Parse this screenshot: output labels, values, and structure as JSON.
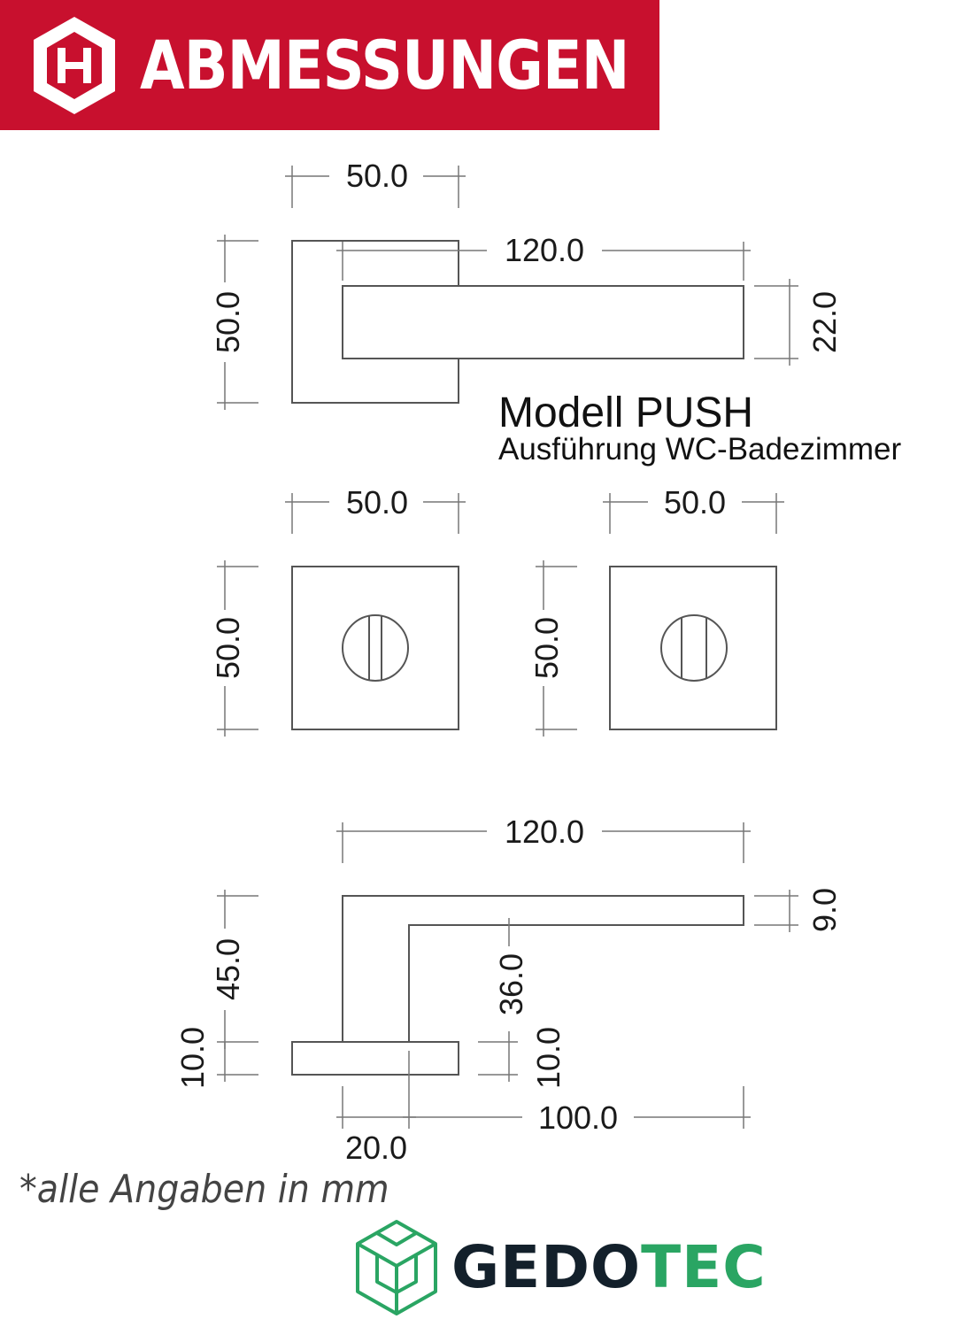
{
  "header": {
    "title": "ABMESSUNGEN"
  },
  "model": {
    "name": "Modell PUSH",
    "variant": "Ausführung WC-Badezimmer"
  },
  "dimensions": {
    "handle_top": {
      "rose_width": "50.0",
      "rose_height": "50.0",
      "handle_length": "120.0",
      "handle_height": "22.0"
    },
    "rose_left": {
      "width": "50.0",
      "height": "50.0"
    },
    "rose_right": {
      "width": "50.0",
      "height": "50.0"
    },
    "side_view": {
      "length": "120.0",
      "thickness_top": "9.0",
      "total_height": "45.0",
      "inner_height": "36.0",
      "base_left": "10.0",
      "base_right": "10.0",
      "offset": "20.0",
      "reach": "100.0"
    }
  },
  "footnote": "*alle Angaben in mm",
  "brand": {
    "name_part1": "GEDO",
    "name_part2": "TEC"
  },
  "colors": {
    "banner": "#c8102e",
    "brand_dark": "#13202b",
    "brand_green": "#2aa563",
    "line": "#555555"
  }
}
